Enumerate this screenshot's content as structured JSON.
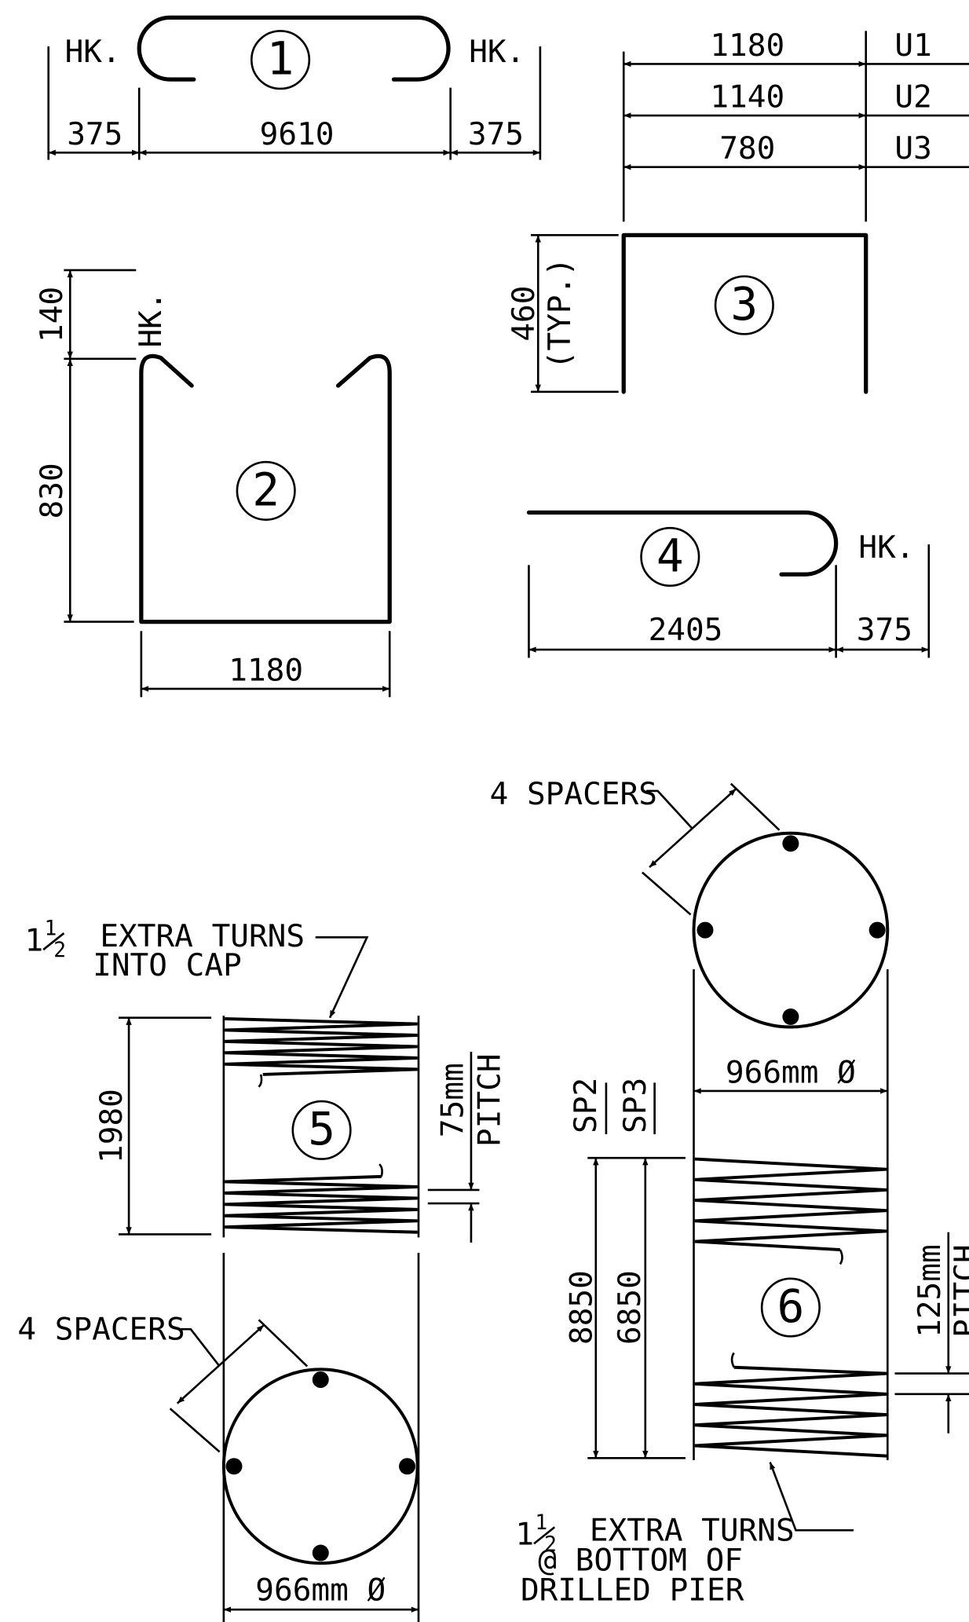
{
  "bar_1": {
    "mark": "1",
    "hook_left": "HK.",
    "hook_right": "HK.",
    "dim_hook_left": "375",
    "dim_length": "9610",
    "dim_hook_right": "375"
  },
  "bar_2": {
    "mark": "2",
    "hook": "HK.",
    "dim_hook": "140",
    "dim_height": "830",
    "dim_width": "1180"
  },
  "bar_3": {
    "mark": "3",
    "dims": [
      "1180",
      "1140",
      "780"
    ],
    "dim_labels": [
      "U1",
      "U2",
      "U3"
    ],
    "leg_height": "460",
    "leg_note": "(TYP.)"
  },
  "bar_4": {
    "mark": "4",
    "hook": "HK.",
    "dim_length": "2405",
    "dim_hook": "375"
  },
  "spiral_5": {
    "mark": "5",
    "extra_turns_prefix": "1",
    "extra_turns_num": "1",
    "extra_turns_den": "2",
    "extra_turns_line1": "EXTRA TURNS",
    "extra_turns_line2": "INTO CAP",
    "height": "1980",
    "pitch_value": "75mm",
    "pitch_label": "PITCH",
    "spacers": "4 SPACERS",
    "diameter": "966mm Ø"
  },
  "spiral_6": {
    "mark": "6",
    "spacers": "4 SPACERS",
    "diameter": "966mm Ø",
    "label_sp2": "SP2",
    "label_sp3": "SP3",
    "dim_sp2": "8850",
    "dim_sp3": "6850",
    "pitch_value": "125mm",
    "pitch_label": "PITCH",
    "extra_turns_prefix": "1",
    "extra_turns_num": "1",
    "extra_turns_den": "2",
    "extra_turns_line1": "EXTRA TURNS",
    "extra_turns_line2": "@ BOTTOM OF",
    "extra_turns_line3": "DRILLED PIER"
  }
}
